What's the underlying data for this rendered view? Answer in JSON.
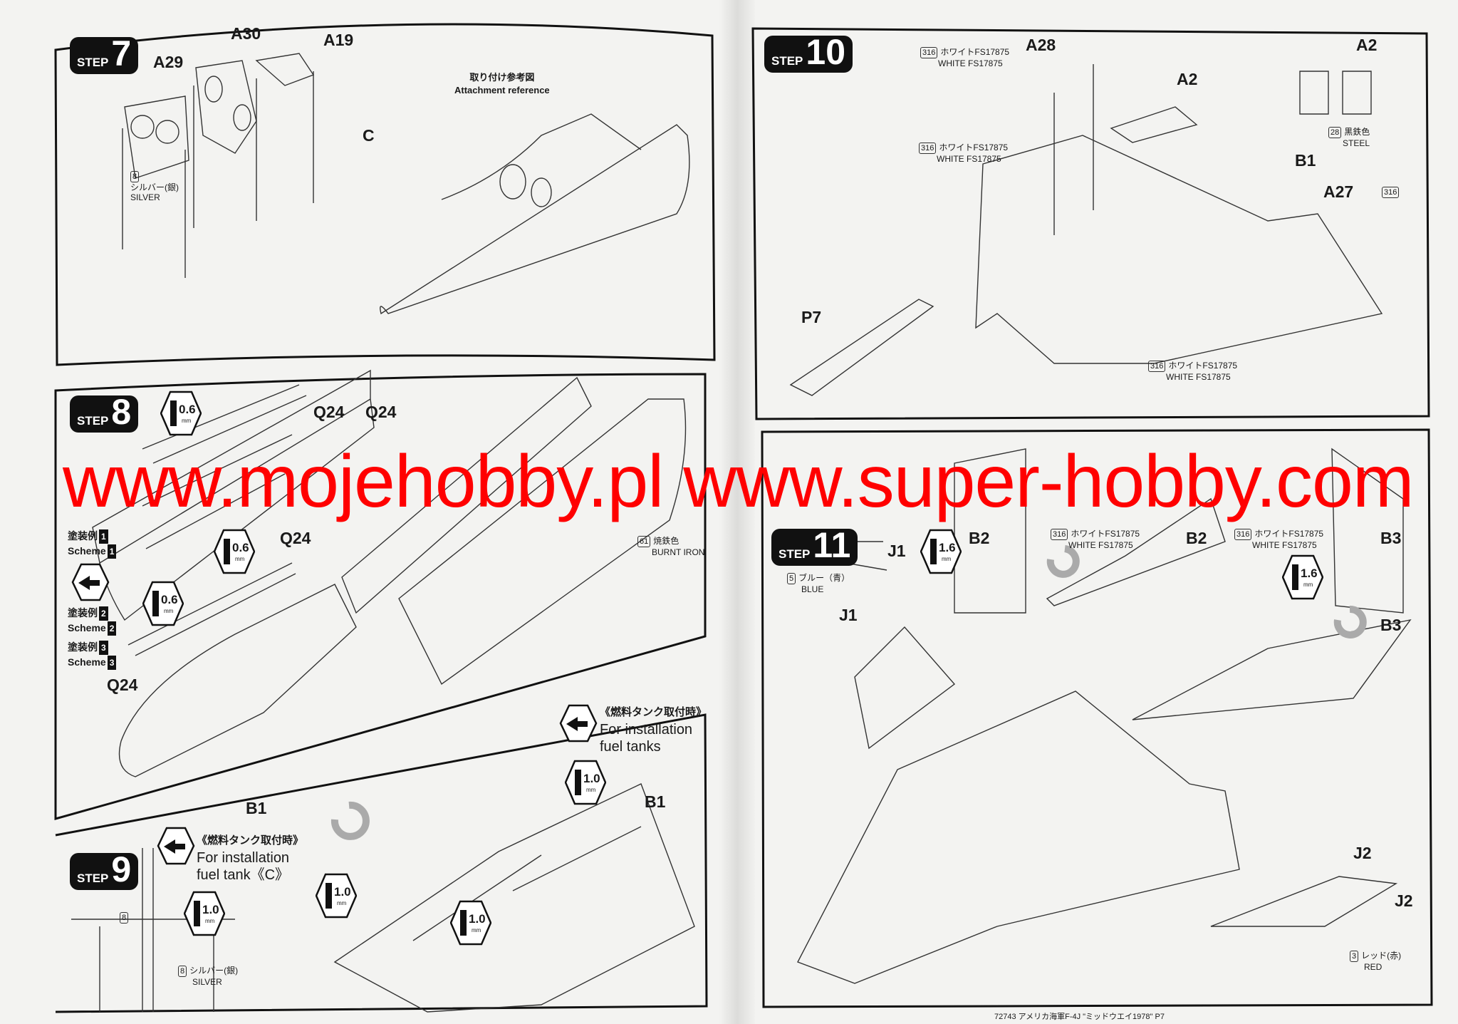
{
  "steps": {
    "step7": {
      "step_label": "STEP",
      "number": "7",
      "parts": {
        "a29": "A29",
        "a30": "A30",
        "a19": "A19",
        "c": "C"
      },
      "paint": {
        "code": "8",
        "jp": "シルバー(銀)",
        "en": "SILVER"
      },
      "reference": {
        "jp": "取り付け参考図",
        "en": "Attachment reference"
      }
    },
    "step8": {
      "step_label": "STEP",
      "number": "8",
      "parts": [
        "Q24",
        "Q24",
        "Q24",
        "Q24"
      ],
      "drill": [
        "0.6",
        "0.6",
        "0.6"
      ],
      "drill_unit": "mm",
      "schemes": [
        {
          "jp": "塗装例",
          "en": "Scheme",
          "n": "1"
        },
        {
          "jp": "塗装例",
          "en": "Scheme",
          "n": "2"
        },
        {
          "jp": "塗装例",
          "en": "Scheme",
          "n": "3"
        }
      ],
      "paint": {
        "code": "61",
        "jp": "焼鉄色",
        "en": "BURNT IRON"
      }
    },
    "step9": {
      "step_label": "STEP",
      "number": "9",
      "parts": {
        "b1_left": "B1",
        "b1_right": "B1"
      },
      "fuel_tank_left": {
        "jp": "《燃料タンク取付時》",
        "en1": "For installation",
        "en2": "fuel tank《C》"
      },
      "fuel_tanks_right": {
        "jp": "《燃料タンク取付時》",
        "en1": "For installation",
        "en2": "fuel tanks"
      },
      "drill": [
        "1.0",
        "1.0",
        "1.0",
        "1.0"
      ],
      "drill_unit": "mm",
      "paint": {
        "code": "8",
        "code2": "8",
        "jp": "シルバー(銀)",
        "en": "SILVER"
      }
    },
    "step10": {
      "step_label": "STEP",
      "number": "10",
      "parts": {
        "a28": "A28",
        "a2_mid": "A2",
        "a2_right": "A2",
        "b1": "B1",
        "a27": "A27",
        "p7": "P7"
      },
      "paint_white": {
        "code": "316",
        "jp": "ホワイトFS17875",
        "en": "WHITE FS17875"
      },
      "paint_steel": {
        "code": "28",
        "jp": "黒鉄色",
        "en": "STEEL"
      },
      "a27_code": "316"
    },
    "step11": {
      "step_label": "STEP",
      "number": "11",
      "parts": {
        "b2_top": "B2",
        "b3_top": "B3",
        "j1_top": "J1",
        "j1": "J1",
        "b2": "B2",
        "b3": "B3",
        "j2": "J2",
        "j2_detail": "J2"
      },
      "drill": [
        "1.6",
        "1.6"
      ],
      "drill_unit": "mm",
      "paint_white": {
        "code": "316",
        "jp": "ホワイトFS17875",
        "en": "WHITE FS17875"
      },
      "paint_blue": {
        "code": "5",
        "jp": "ブルー（青）",
        "en": "BLUE"
      },
      "paint_red": {
        "code": "3",
        "jp": "レッド(赤)",
        "en": "RED"
      }
    }
  },
  "watermark": "www.mojehobby.pl www.super-hobby.com",
  "footer": "72743 アメリカ海軍F-4J \"ミッドウエイ1978\" P7",
  "colors": {
    "watermark": "#ff0000",
    "ink": "#1a1a1a",
    "paper": "#f3f3f1"
  }
}
